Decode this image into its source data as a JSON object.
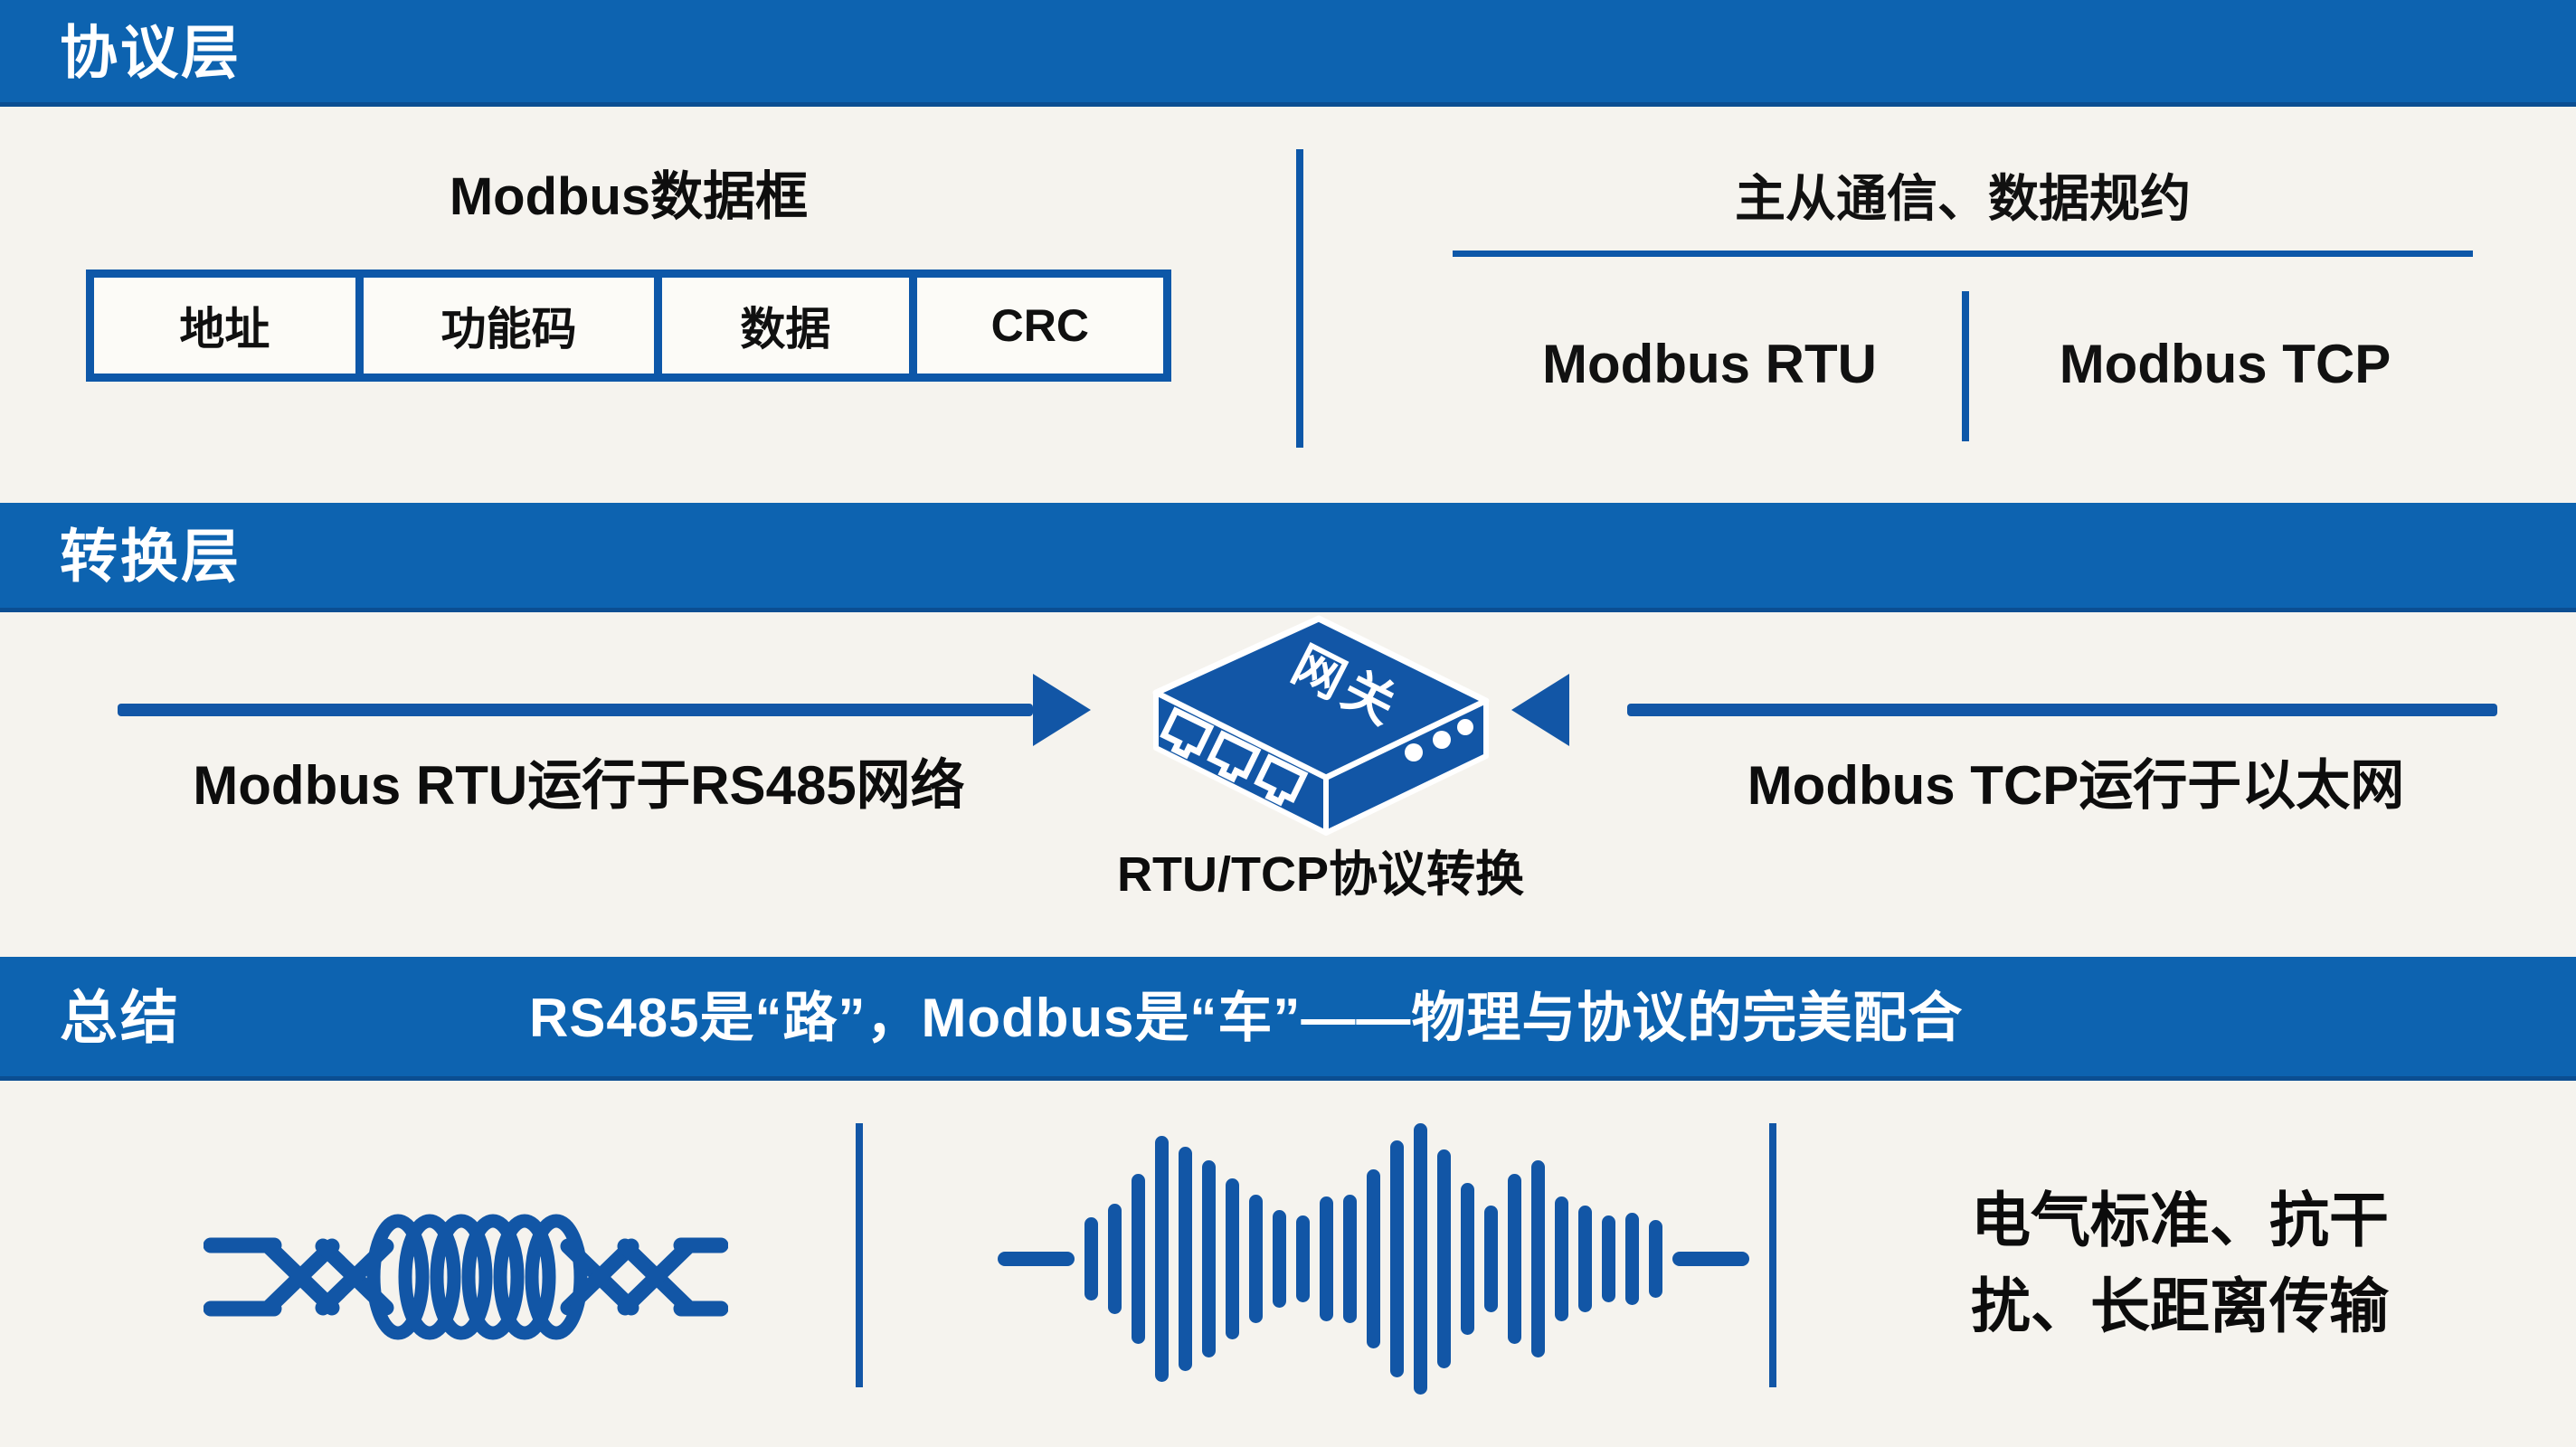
{
  "colors": {
    "banner_blue": "#0d63b0",
    "banner_edge": "#0b4e92",
    "accent_blue": "#1256a6",
    "frame_border_blue": "#0d57a8",
    "page_background": "#f5f3ee",
    "text_black": "#111111",
    "text_white": "#ffffff"
  },
  "banners": {
    "protocol": "协议层",
    "conversion": "转换层",
    "summary": "总结"
  },
  "protocol": {
    "frame": {
      "title": "Modbus数据框",
      "fields": [
        "地址",
        "功能码",
        "数据",
        "CRC"
      ]
    },
    "communication": {
      "title": "主从通信、数据规约",
      "modes": [
        "Modbus RTU",
        "Modbus TCP"
      ]
    }
  },
  "conversion": {
    "left_label": "Modbus RTU运行于RS485网络",
    "right_label": "Modbus TCP运行于以太网",
    "gateway_label": "网关",
    "caption": "RTU/TCP协议转换"
  },
  "summary": {
    "statement": "RS485是“路”，Modbus是“车”——物理与协议的完美配合",
    "note": "电气标准、抗干扰、长距离传输",
    "note_lines": [
      "电气标准、抗干",
      "扰、长距离传输"
    ],
    "icons": [
      "twisted-pair-icon",
      "signal-waveform-icon"
    ],
    "waveform_bars": [
      92,
      122,
      188,
      272,
      248,
      218,
      178,
      142,
      108,
      96,
      138,
      142,
      198,
      262,
      300,
      242,
      168,
      118,
      188,
      218,
      138,
      118,
      96,
      102,
      86
    ]
  }
}
